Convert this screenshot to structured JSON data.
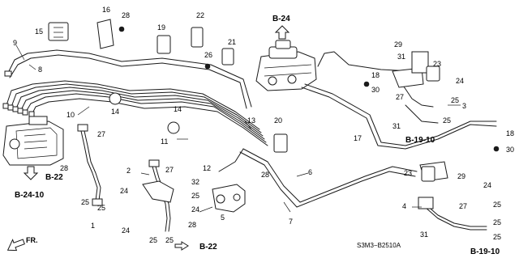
{
  "diagram": {
    "part_numbers": [
      {
        "id": "p1",
        "label": "1"
      },
      {
        "id": "p2",
        "label": "2"
      },
      {
        "id": "p3",
        "label": "3"
      },
      {
        "id": "p4",
        "label": "4"
      },
      {
        "id": "p5",
        "label": "5"
      },
      {
        "id": "p6",
        "label": "6"
      },
      {
        "id": "p7",
        "label": "7"
      },
      {
        "id": "p8",
        "label": "8"
      },
      {
        "id": "p9",
        "label": "9"
      },
      {
        "id": "p10",
        "label": "10"
      },
      {
        "id": "p11",
        "label": "11"
      },
      {
        "id": "p12",
        "label": "12"
      },
      {
        "id": "p13",
        "label": "13"
      },
      {
        "id": "p14a",
        "label": "14"
      },
      {
        "id": "p14b",
        "label": "14"
      },
      {
        "id": "p15",
        "label": "15"
      },
      {
        "id": "p16",
        "label": "16"
      },
      {
        "id": "p17",
        "label": "17"
      },
      {
        "id": "p18a",
        "label": "18"
      },
      {
        "id": "p18b",
        "label": "18"
      },
      {
        "id": "p19",
        "label": "19"
      },
      {
        "id": "p20",
        "label": "20"
      },
      {
        "id": "p21",
        "label": "21"
      },
      {
        "id": "p22",
        "label": "22"
      },
      {
        "id": "p23a",
        "label": "23"
      },
      {
        "id": "p23b",
        "label": "23"
      },
      {
        "id": "p24a",
        "label": "24"
      },
      {
        "id": "p24b",
        "label": "24"
      },
      {
        "id": "p24c",
        "label": "24"
      },
      {
        "id": "p24d",
        "label": "24"
      },
      {
        "id": "p25a",
        "label": "25"
      },
      {
        "id": "p25b",
        "label": "25"
      },
      {
        "id": "p25c",
        "label": "25"
      },
      {
        "id": "p25d",
        "label": "25"
      },
      {
        "id": "p25e",
        "label": "25"
      },
      {
        "id": "p25f",
        "label": "25"
      },
      {
        "id": "p25g",
        "label": "25"
      },
      {
        "id": "p25h",
        "label": "25"
      },
      {
        "id": "p25i",
        "label": "25"
      },
      {
        "id": "p25j",
        "label": "25"
      },
      {
        "id": "p26",
        "label": "26"
      },
      {
        "id": "p27a",
        "label": "27"
      },
      {
        "id": "p27b",
        "label": "27"
      },
      {
        "id": "p27c",
        "label": "27"
      },
      {
        "id": "p27d",
        "label": "27"
      },
      {
        "id": "p28a",
        "label": "28"
      },
      {
        "id": "p28b",
        "label": "28"
      },
      {
        "id": "p28c",
        "label": "28"
      },
      {
        "id": "p28d",
        "label": "28"
      },
      {
        "id": "p29a",
        "label": "29"
      },
      {
        "id": "p29b",
        "label": "29"
      },
      {
        "id": "p30a",
        "label": "30"
      },
      {
        "id": "p30b",
        "label": "30"
      },
      {
        "id": "p31a",
        "label": "31"
      },
      {
        "id": "p31b",
        "label": "31"
      },
      {
        "id": "p32",
        "label": "32"
      }
    ],
    "refs": {
      "b24_top": "B-24",
      "b22_left": "B-22",
      "b24_10": "B-24-10",
      "b22_bottom": "B-22",
      "b19_10_mid": "B-19-10",
      "b19_10_bottom": "B-19-10"
    },
    "front_label": "FR.",
    "diagram_code": "S3M3−B2510A"
  }
}
